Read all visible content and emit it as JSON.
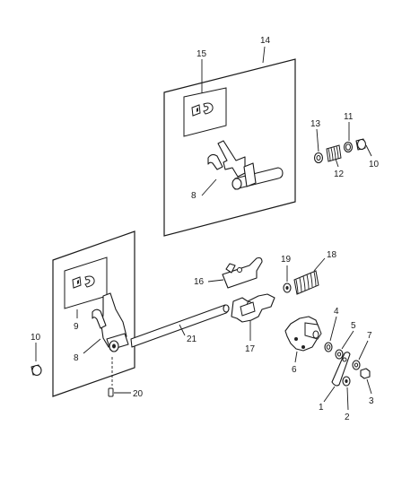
{
  "callouts": {
    "c1": "1",
    "c2": "2",
    "c3": "3",
    "c4": "4",
    "c5": "5",
    "c6": "6",
    "c7": "7",
    "c8a": "8",
    "c8b": "8",
    "c9": "9",
    "c10a": "10",
    "c10b": "10",
    "c11": "11",
    "c12": "12",
    "c13": "13",
    "c14": "14",
    "c15": "15",
    "c16": "16",
    "c17": "17",
    "c18": "18",
    "c19": "19",
    "c20": "20",
    "c21": "21"
  },
  "colors": {
    "line": "#1a1a1a",
    "background": "#ffffff"
  }
}
